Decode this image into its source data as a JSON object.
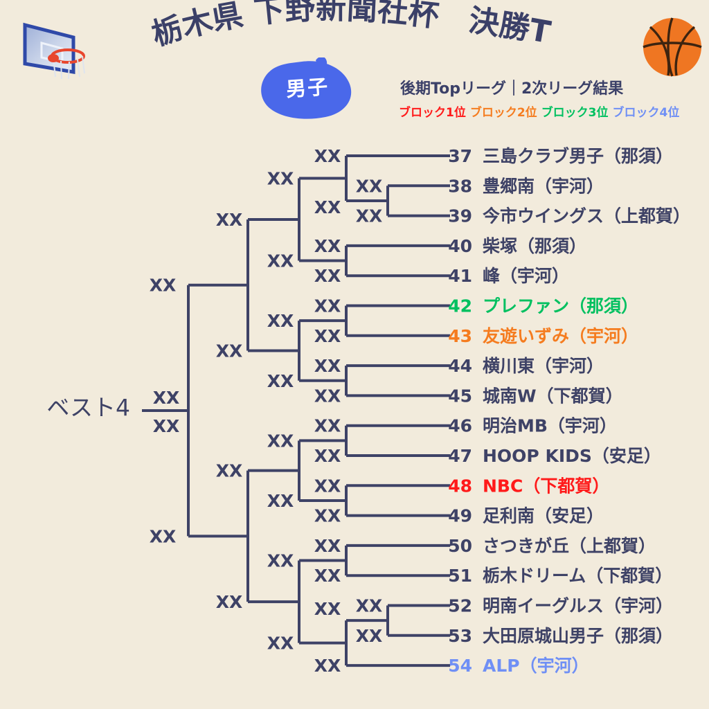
{
  "header": {
    "title_line": "栃木県 下野新聞社杯　決勝T",
    "title_parts": [
      "栃木県",
      "下野新聞社杯",
      "決勝T"
    ],
    "category_badge": "男子",
    "subtitle": "後期Topリーグ｜2次リーグ結果",
    "hoop_icon": "basketball-hoop-icon",
    "ball_icon": "basketball-icon"
  },
  "legend": [
    {
      "label": "ブロック1位",
      "color": "#ff1a1a"
    },
    {
      "label": "ブロック2位",
      "color": "#f57c1f"
    },
    {
      "label": "ブロック3位",
      "color": "#00c060"
    },
    {
      "label": "ブロック4位",
      "color": "#6f8ff5"
    }
  ],
  "bracket": {
    "best4_label": "ベスト4",
    "score_placeholder": "XX",
    "default_color": "#3e4266"
  },
  "teams": [
    {
      "num": "37",
      "name": "三島クラブ男子（那須）",
      "color": "#3e4266"
    },
    {
      "num": "38",
      "name": "豊郷南（宇河）",
      "color": "#3e4266"
    },
    {
      "num": "39",
      "name": "今市ウイングス（上都賀）",
      "color": "#3e4266"
    },
    {
      "num": "40",
      "name": "柴塚（那須）",
      "color": "#3e4266"
    },
    {
      "num": "41",
      "name": "峰（宇河）",
      "color": "#3e4266"
    },
    {
      "num": "42",
      "name": "プレファン（那須）",
      "color": "#00c060"
    },
    {
      "num": "43",
      "name": "友遊いずみ（宇河）",
      "color": "#f57c1f"
    },
    {
      "num": "44",
      "name": "横川東（宇河）",
      "color": "#3e4266"
    },
    {
      "num": "45",
      "name": "城南W（下都賀）",
      "color": "#3e4266"
    },
    {
      "num": "46",
      "name": "明治MB（宇河）",
      "color": "#3e4266"
    },
    {
      "num": "47",
      "name": "HOOP KIDS（安足）",
      "color": "#3e4266"
    },
    {
      "num": "48",
      "name": "NBC（下都賀）",
      "color": "#ff1a1a"
    },
    {
      "num": "49",
      "name": "足利南（安足）",
      "color": "#3e4266"
    },
    {
      "num": "50",
      "name": "さつきが丘（上都賀）",
      "color": "#3e4266"
    },
    {
      "num": "51",
      "name": "栃木ドリーム（下都賀）",
      "color": "#3e4266"
    },
    {
      "num": "52",
      "name": "明南イーグルス（宇河）",
      "color": "#3e4266"
    },
    {
      "num": "53",
      "name": "大田原城山男子（那須）",
      "color": "#3e4266"
    },
    {
      "num": "54",
      "name": "ALP（宇河）",
      "color": "#6f8ff5"
    }
  ]
}
